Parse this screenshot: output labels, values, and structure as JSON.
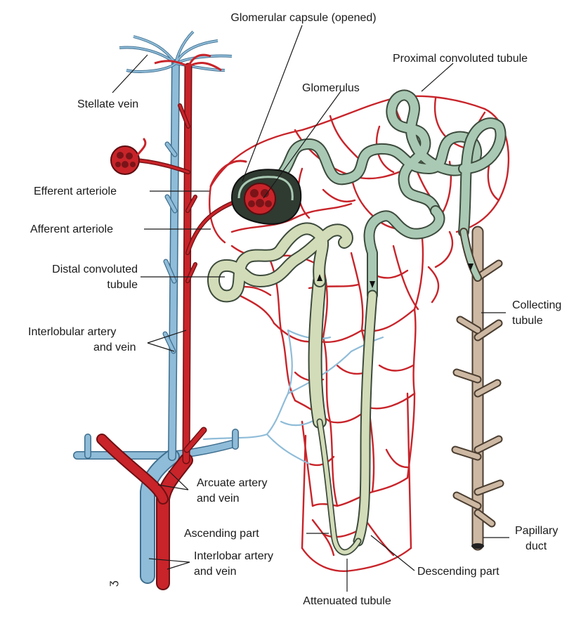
{
  "labels": {
    "glomerular_capsule": "Glomerular capsule (opened)",
    "proximal_convoluted_tubule": "Proximal convoluted tubule",
    "glomerulus": "Glomerulus",
    "stellate_vein": "Stellate vein",
    "efferent_arteriole": "Efferent arteriole",
    "afferent_arteriole": "Afferent arteriole",
    "distal_convoluted_tubule_line1": "Distal convoluted",
    "distal_convoluted_tubule_line2": "tubule",
    "collecting_tubule_line1": "Collecting",
    "collecting_tubule_line2": "tubule",
    "interlobular_line1": "Interlobular artery",
    "interlobular_line2": "and vein",
    "arcuate_line1": "Arcuate artery",
    "arcuate_line2": "and vein",
    "ascending_part": "Ascending part",
    "papillary_duct_line1": "Papillary",
    "papillary_duct_line2": "duct",
    "interlobar_line1": "Interlobar artery",
    "interlobar_line2": "and vein",
    "descending_part": "Descending part",
    "attenuated_tubule": "Attenuated tubule"
  },
  "colors": {
    "artery": "#c8242a",
    "vein": "#8fbcd8",
    "tubule": "#d3dcb8",
    "collecting_duct": "#cdb8a3",
    "capsule": "#2f3a30"
  }
}
